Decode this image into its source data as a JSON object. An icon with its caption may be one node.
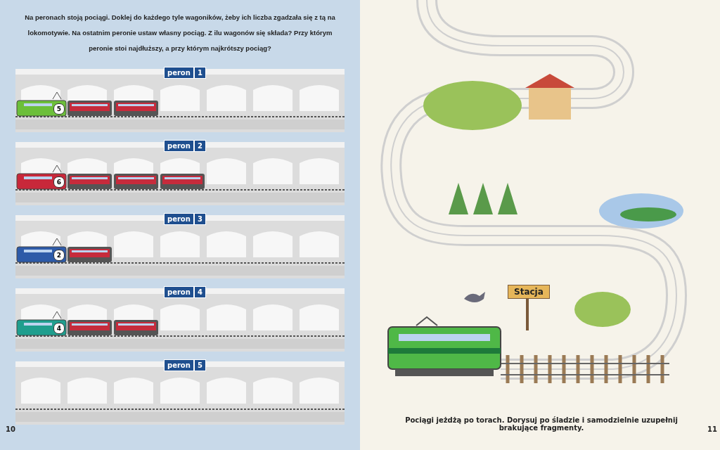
{
  "diagram": {
    "labels": [
      "Na peronach stoją pociągi. Doklej do każdego tyle wagoników, żeby ich liczba zgadzała się z tą na lokomotywie. Na ostatnim peronie ustaw własny pociąg. Z ilu wagonów się składa? Przy którym peronie stoi najdłuższy, a przy którym najkrótszy pociąg?",
      "peron",
      "1",
      "5",
      "peron",
      "2",
      "6",
      "peron",
      "3",
      "2",
      "peron",
      "4",
      "4",
      "peron",
      "5",
      "10",
      "Stacja",
      "Pociągi jeżdżą po torach. Dorysuj po śladzie i samodzielnie uzupełnij brakujące fragmenty.",
      "11"
    ]
  }
}
